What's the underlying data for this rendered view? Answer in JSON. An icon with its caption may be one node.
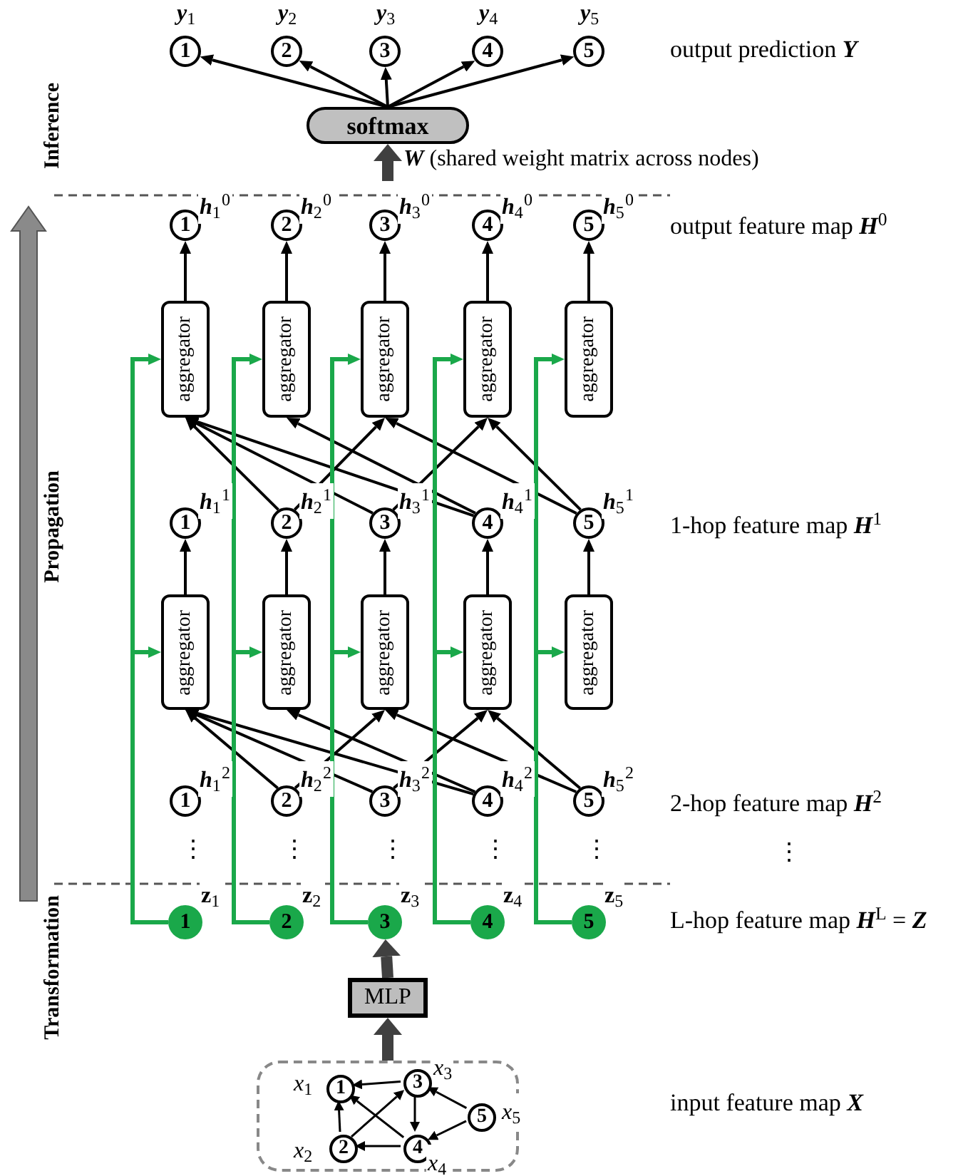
{
  "diagram": {
    "nodes": [
      {
        "text": [
          "1"
        ],
        "beside": [
          "**y**$_{1}$"
        ]
      },
      {
        "text": [
          "2"
        ],
        "beside": [
          "**y**$_{2}$"
        ]
      },
      {
        "text": [
          "3"
        ],
        "beside": [
          "**y**$_{3}$"
        ]
      },
      {
        "text": [
          "4"
        ],
        "beside": [
          "**y**$_{4}$"
        ]
      },
      {
        "text": [
          "5"
        ],
        "beside": [
          "**y**$_{5}$"
        ]
      },
      {
        "text": [
          "softmax"
        ]
      },
      {
        "text": [
          "1"
        ],
        "beside": [
          "**h**$_{1}$$^{0}$"
        ]
      },
      {
        "text": [
          "2"
        ],
        "beside": [
          "**h**$_{2}$$^{0}$"
        ]
      },
      {
        "text": [
          "3"
        ],
        "beside": [
          "**h**$_{3}$$^{0}$"
        ]
      },
      {
        "text": [
          "4"
        ],
        "beside": [
          "**h**$_{4}$$^{0}$"
        ]
      },
      {
        "text": [
          "5"
        ],
        "beside": [
          "**h**$_{5}$$^{0}$"
        ]
      },
      {
        "text": [
          "aggregator"
        ]
      },
      {
        "text": [
          "aggregator"
        ]
      },
      {
        "text": [
          "aggregator"
        ]
      },
      {
        "text": [
          "aggregator"
        ]
      },
      {
        "text": [
          "aggregator"
        ]
      },
      {
        "text": [
          "1"
        ],
        "beside": [
          "**h**$_{1}$$^{1}$"
        ]
      },
      {
        "text": [
          "2"
        ],
        "beside": [
          "**h**$_{2}$$^{1}$"
        ]
      },
      {
        "text": [
          "3"
        ],
        "beside": [
          "**h**$_{3}$$^{1}$"
        ]
      },
      {
        "text": [
          "4"
        ],
        "beside": [
          "**h**$_{4}$$^{1}$"
        ]
      },
      {
        "text": [
          "5"
        ],
        "beside": [
          "**h**$_{5}$$^{1}$"
        ]
      },
      {
        "text": [
          "aggregator"
        ]
      },
      {
        "text": [
          "aggregator"
        ]
      },
      {
        "text": [
          "aggregator"
        ]
      },
      {
        "text": [
          "aggregator"
        ]
      },
      {
        "text": [
          "aggregator"
        ]
      },
      {
        "text": [
          "1"
        ],
        "beside": [
          "**h**$_{1}$$^{2}$"
        ]
      },
      {
        "text": [
          "2"
        ],
        "beside": [
          "**h**$_{2}$$^{2}$"
        ]
      },
      {
        "text": [
          "3"
        ],
        "beside": [
          "**h**$_{3}$$^{2}$"
        ]
      },
      {
        "text": [
          "4"
        ],
        "beside": [
          "**h**$_{4}$$^{2}$"
        ]
      },
      {
        "text": [
          "5"
        ],
        "beside": [
          "**h**$_{5}$$^{2}$"
        ]
      },
      {
        "text": [
          "1"
        ],
        "beside": [
          "**z**$_{1}$"
        ]
      },
      {
        "text": [
          "2"
        ],
        "beside": [
          "**z**$_{2}$"
        ]
      },
      {
        "text": [
          "3"
        ],
        "beside": [
          "**z**$_{3}$"
        ]
      },
      {
        "text": [
          "4"
        ],
        "beside": [
          "**z**$_{4}$"
        ]
      },
      {
        "text": [
          "5"
        ],
        "beside": [
          "**z**$_{5}$"
        ]
      },
      {
        "text": [
          "MLP"
        ]
      },
      {
        "text": [],
        "shape": "box"
      },
      {
        "text": [
          "1"
        ],
        "in": 37,
        "beside": [
          "*x*$_{1}$"
        ]
      },
      {
        "text": [
          "3"
        ],
        "in": 37,
        "beside": [
          "*x*$_{3}$"
        ]
      },
      {
        "text": [
          "5"
        ],
        "in": 37,
        "beside": [
          "*x*$_{5}$"
        ]
      },
      {
        "text": [
          "2"
        ],
        "in": 37,
        "beside": [
          "*x*$_{2}$"
        ]
      },
      {
        "text": [
          "4"
        ],
        "in": 37,
        "beside": [
          "*x*$_{4}$"
        ]
      }
    ],
    "edges": [
      {
        "from": 5,
        "to": 0,
        "arrow": "to"
      },
      {
        "from": 5,
        "to": 1,
        "arrow": "to"
      },
      {
        "from": 5,
        "to": 2,
        "arrow": "to"
      },
      {
        "from": 5,
        "to": 3,
        "arrow": "to"
      },
      {
        "from": 5,
        "to": 4,
        "arrow": "to"
      },
      {
        "from": null,
        "to": 5,
        "arrow": "to",
        "label": "**W** (shared weight matrix across nodes)",
        "style": "thick",
        "color": "#404040"
      },
      {
        "from": 11,
        "to": 6,
        "arrow": "to"
      },
      {
        "from": 12,
        "to": 7,
        "arrow": "to"
      },
      {
        "from": 13,
        "to": 8,
        "arrow": "to"
      },
      {
        "from": 14,
        "to": 9,
        "arrow": "to"
      },
      {
        "from": 15,
        "to": 10,
        "arrow": "to"
      },
      {
        "from": 17,
        "to": 11,
        "arrow": "to"
      },
      {
        "from": 18,
        "to": 11,
        "arrow": "to"
      },
      {
        "from": 19,
        "to": 11,
        "arrow": "to"
      },
      {
        "from": 19,
        "to": 12,
        "arrow": "to"
      },
      {
        "from": 17,
        "to": 13,
        "arrow": "to"
      },
      {
        "from": 20,
        "to": 13,
        "arrow": "to"
      },
      {
        "from": 18,
        "to": 14,
        "arrow": "to"
      },
      {
        "from": 20,
        "to": 14,
        "arrow": "to"
      },
      {
        "from": 21,
        "to": 16,
        "arrow": "to"
      },
      {
        "from": 22,
        "to": 17,
        "arrow": "to"
      },
      {
        "from": 23,
        "to": 18,
        "arrow": "to"
      },
      {
        "from": 24,
        "to": 19,
        "arrow": "to"
      },
      {
        "from": 25,
        "to": 20,
        "arrow": "to"
      },
      {
        "from": 27,
        "to": 21,
        "arrow": "to"
      },
      {
        "from": 28,
        "to": 21,
        "arrow": "to"
      },
      {
        "from": 29,
        "to": 21,
        "arrow": "to"
      },
      {
        "from": 29,
        "to": 22,
        "arrow": "to"
      },
      {
        "from": 27,
        "to": 23,
        "arrow": "to"
      },
      {
        "from": 30,
        "to": 23,
        "arrow": "to"
      },
      {
        "from": 28,
        "to": 24,
        "arrow": "to"
      },
      {
        "from": 30,
        "to": 24,
        "arrow": "to"
      },
      {
        "from": 31,
        "to": 21,
        "arrow": "to",
        "color": "#1aa84a"
      },
      {
        "from": 31,
        "to": 11,
        "arrow": "to",
        "color": "#1aa84a"
      },
      {
        "from": 32,
        "to": 22,
        "arrow": "to",
        "color": "#1aa84a"
      },
      {
        "from": 32,
        "to": 12,
        "arrow": "to",
        "color": "#1aa84a"
      },
      {
        "from": 33,
        "to": 23,
        "arrow": "to",
        "color": "#1aa84a"
      },
      {
        "from": 33,
        "to": 13,
        "arrow": "to",
        "color": "#1aa84a"
      },
      {
        "from": 34,
        "to": 24,
        "arrow": "to",
        "color": "#1aa84a"
      },
      {
        "from": 34,
        "to": 14,
        "arrow": "to",
        "color": "#1aa84a"
      },
      {
        "from": 35,
        "to": 25,
        "arrow": "to",
        "color": "#1aa84a"
      },
      {
        "from": 35,
        "to": 15,
        "arrow": "to",
        "color": "#1aa84a"
      },
      {
        "from": 36,
        "to": 33,
        "arrow": "to",
        "style": "thick",
        "color": "#404040"
      },
      {
        "from": 37,
        "to": 36,
        "arrow": "to",
        "style": "thick",
        "color": "#404040"
      },
      {
        "from": 39,
        "to": 38,
        "arrow": "to"
      },
      {
        "from": 41,
        "to": 38,
        "arrow": "to"
      },
      {
        "from": 41,
        "to": 39,
        "arrow": "to"
      },
      {
        "from": 42,
        "to": 38,
        "arrow": "to"
      },
      {
        "from": 39,
        "to": 42,
        "arrow": "to"
      },
      {
        "from": 40,
        "to": 39,
        "arrow": "to"
      },
      {
        "from": 40,
        "to": 42,
        "arrow": "to"
      },
      {
        "from": 42,
        "to": 41,
        "arrow": "to"
      }
    ],
    "labels": [
      "output prediction **Y**",
      "Inference",
      "output feature map **H**$^{0}$",
      "Propagation",
      "1-hop feature map **H**$^{1}$",
      "2-hop feature map **H**$^{2}$",
      "⋮",
      "⋮",
      "⋮",
      "⋮",
      "⋮",
      "⋮",
      "L-hop feature map **H**$^{L}$ = **Z**",
      "Transformation",
      "input feature map **X**"
    ]
  }
}
